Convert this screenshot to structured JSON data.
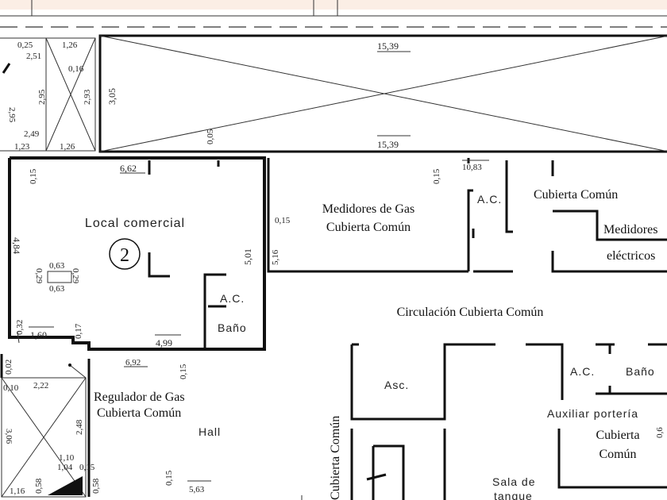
{
  "dims": {
    "top_width": "15,39",
    "bottom_width": "15,39",
    "hatch_height": "3,05",
    "hatch_small": "0,05",
    "left_a": "0,25",
    "left_b": "1,26",
    "left_c": "2,51",
    "left_d": "0,16",
    "left_e": "2,95",
    "left_f": "2,95",
    "left_g": "2,93",
    "left_h": "2,49",
    "left_i": "1,23",
    "left_j": "1,26",
    "local_width": "6,62",
    "local_left_h": "0,15",
    "local_height": "4,84",
    "col_a": "0,63",
    "col_b": "0,29",
    "col_c": "0,29",
    "col_d": "0,63",
    "local_right_h": "5,01",
    "local_side": "0,15",
    "local_side2": "5,16",
    "low_a": "0,32",
    "low_b": "1,60",
    "low_c": "0,17",
    "low_d": "4,99",
    "gas_top": "0,15",
    "gas_width": "10,83",
    "hall_w": "6,92",
    "hall_h": "0,15",
    "reg_a": "0,10",
    "reg_b": "2,22",
    "reg_c": "0,02",
    "reg_d": "2,48",
    "reg_e": "3,06",
    "reg_f": "1,10",
    "reg_g": "1,04",
    "reg_h": "0,15",
    "reg_i": "1,16",
    "reg_j": "0,58",
    "reg_k": "0,58",
    "bot_a": "0,15",
    "bot_b": "5,63",
    "aux_a": "0,6"
  },
  "rooms": {
    "local": "Local comercial",
    "unit_number": "2",
    "ac1": "A.C.",
    "bano1": "Baño",
    "gas": "Medidores de Gas",
    "gas_sub": "Cubierta Común",
    "ac2": "A.C.",
    "cubierta": "Cubierta Común",
    "medidores_el": "Medidores",
    "medidores_el_sub": "eléctricos",
    "circulacion": "Circulación Cubierta Común",
    "asc": "Asc.",
    "ac3": "A.C.",
    "bano2": "Baño",
    "auxiliar": "Auxiliar portería",
    "cubierta2a": "Cubierta",
    "cubierta2b": "Común",
    "regulador": "Regulador de Gas",
    "regulador_sub": "Cubierta Común",
    "hall": "Hall",
    "sala": "Sala de",
    "sala2": "tanque",
    "escalera": "Cubierta Común"
  }
}
